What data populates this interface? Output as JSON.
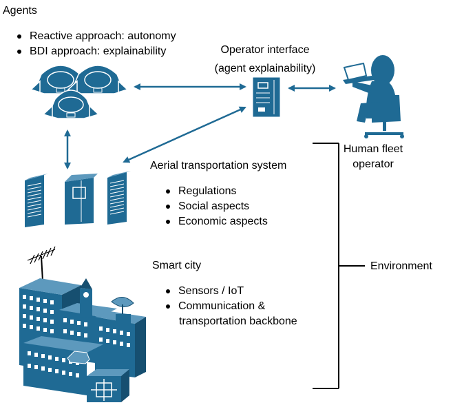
{
  "agents": {
    "title": "Agents",
    "bullets": [
      "Reactive approach: autonomy",
      "BDI approach: explainability"
    ]
  },
  "operator_interface": {
    "line1": "Operator interface",
    "line2": "(agent explainability)"
  },
  "human_operator": {
    "line1": "Human fleet",
    "line2": "operator"
  },
  "aerial_system": {
    "title": "Aerial transportation system",
    "bullets": [
      "Regulations",
      "Social aspects",
      "Economic aspects"
    ]
  },
  "smart_city": {
    "title": "Smart city",
    "bullets": [
      "Sensors / IoT",
      "Communication &"
    ],
    "continuation": "transportation backbone"
  },
  "environment": {
    "label": "Environment"
  },
  "colors": {
    "icon_blue": "#1f6a94",
    "stroke": "#ffffff",
    "line": "#000000"
  }
}
